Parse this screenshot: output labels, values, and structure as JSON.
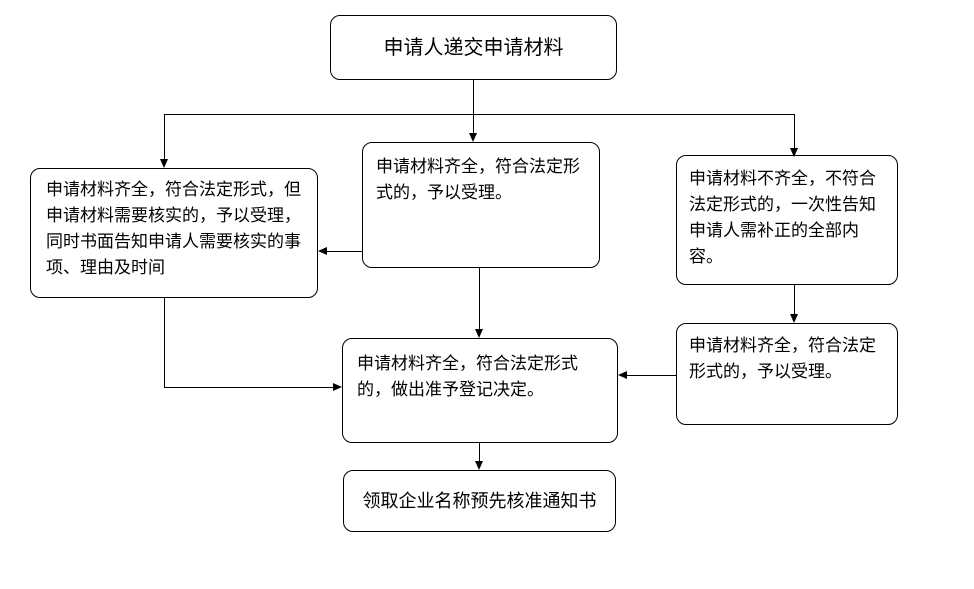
{
  "diagram": {
    "type": "flowchart",
    "colors": {
      "background": "#ffffff",
      "node_fill": "#ffffff",
      "node_border": "#000000",
      "line": "#000000",
      "text": "#000000"
    },
    "nodes": {
      "start": {
        "label": "申请人递交申请材料"
      },
      "verify": {
        "label": "申请材料齐全，符合法定形式，但申请材料需要核实的，予以受理，同时书面告知申请人需要核实的事项、理由及时间"
      },
      "accept": {
        "label": "申请材料齐全，符合法定形式的，予以受理。"
      },
      "incomplete": {
        "label": "申请材料不齐全，不符合法定形式的，一次性告知申请人需补正的全部内容。"
      },
      "accept2": {
        "label": "申请材料齐全，符合法定形式的，予以受理。"
      },
      "decision": {
        "label": "申请材料齐全，符合法定形式的，做出准予登记决定。"
      },
      "finish": {
        "label": "领取企业名称预先核准通知书"
      }
    },
    "edges": [
      {
        "from": "start",
        "to": "verify"
      },
      {
        "from": "start",
        "to": "accept"
      },
      {
        "from": "start",
        "to": "incomplete"
      },
      {
        "from": "accept",
        "to": "verify"
      },
      {
        "from": "accept",
        "to": "decision"
      },
      {
        "from": "verify",
        "to": "decision"
      },
      {
        "from": "incomplete",
        "to": "accept2"
      },
      {
        "from": "accept2",
        "to": "decision"
      },
      {
        "from": "decision",
        "to": "finish"
      }
    ]
  }
}
